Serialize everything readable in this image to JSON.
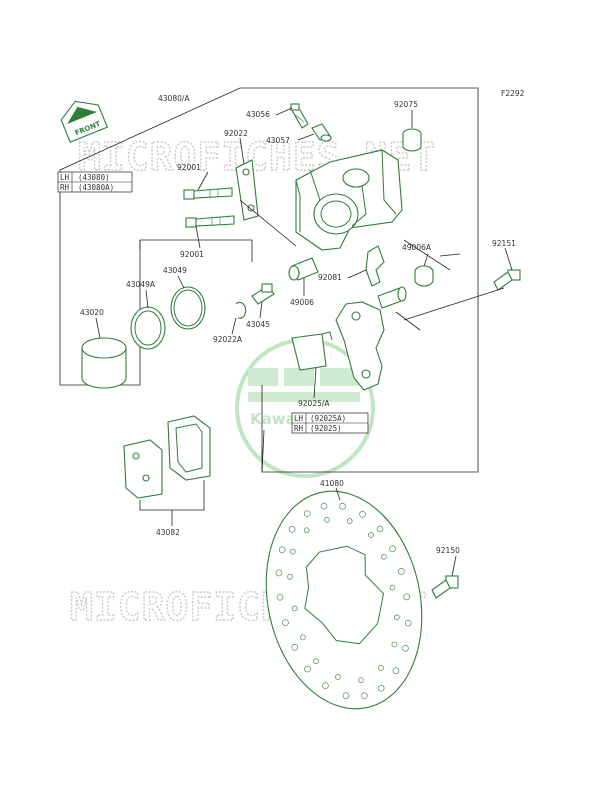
{
  "figure_code": "F2292",
  "front_label": "FRONT",
  "watermark_text": "MICROFICHES.NET",
  "logo_text": "Kawasaki",
  "colors": {
    "part_stroke": "#2f7d3a",
    "leader_line": "#222222",
    "watermark": "#c8c8c8"
  },
  "parts": {
    "caliper_assy": "43080/A",
    "bleed_valve": "43056",
    "bleed_cap": "43057",
    "pin_boot": "92075",
    "pin_clip_top": "92022",
    "bolt_upper": "92001",
    "bolt_lower": "92001",
    "pin_boot_small": "49006A",
    "spring": "92081",
    "sleeve": "49006",
    "bolt_bracket": "92151",
    "dust_seal": "43049A",
    "piston_seal": "43049",
    "piston": "43020",
    "pin": "43045",
    "clip": "92022A",
    "shim": "92025/A",
    "pads": "43082",
    "disc": "41080",
    "disc_bolt": "92150"
  },
  "variant_table_caliper": {
    "rows": [
      {
        "side": "LH",
        "part": "(43080)"
      },
      {
        "side": "RH",
        "part": "(43080A)"
      }
    ]
  },
  "variant_table_shim": {
    "rows": [
      {
        "side": "LH",
        "part": "(92025A)"
      },
      {
        "side": "RH",
        "part": "(92025)"
      }
    ]
  }
}
